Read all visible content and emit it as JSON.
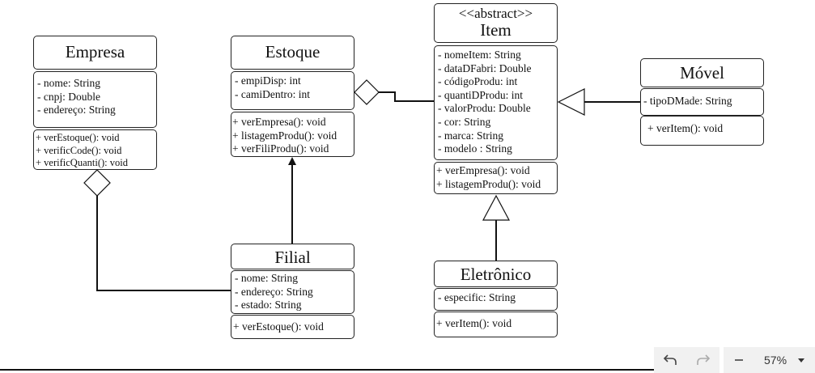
{
  "classes": {
    "empresa": {
      "name": "Empresa",
      "attributes": [
        "- nome: String",
        "- cnpj: Double",
        "- endereço: String"
      ],
      "methods": [
        "+ verEstoque(): void",
        "+ verificCode(): void",
        "+ verificQuanti(): void"
      ]
    },
    "estoque": {
      "name": "Estoque",
      "attributes": [
        "- empiDisp: int",
        "- camiDentro: int"
      ],
      "methods": [
        "+ verEmpresa(): void",
        "+ listagemProdu(): void",
        "+ verFiliProdu(): void"
      ]
    },
    "item": {
      "stereotype": "<<abstract>>",
      "name": "Item",
      "attributes": [
        "- nomeItem: String",
        "- dataDFabri: Double",
        "- códigoProdu: int",
        "- quantiDProdu: int",
        "- valorProdu: Double",
        "- cor: String",
        "- marca: String",
        "- modelo : String"
      ],
      "methods": [
        "+ verEmpresa(): void",
        "+ listagemProdu(): void"
      ]
    },
    "movel": {
      "name": "Móvel",
      "attributes": [
        "- tipoDMade: String"
      ],
      "methods": [
        "+ verItem(): void"
      ]
    },
    "filial": {
      "name": "Filial",
      "attributes": [
        "- nome: String",
        "- endereço: String",
        "- estado: String"
      ],
      "methods": [
        "+ verEstoque(): void"
      ]
    },
    "eletronico": {
      "name": "Eletrônico",
      "attributes": [
        "- especific: String"
      ],
      "methods": [
        "+ verItem(): void"
      ]
    }
  },
  "toolbar": {
    "zoom": "57%",
    "undo_icon": "undo-icon",
    "redo_icon": "redo-icon",
    "zoom_out_icon": "minus-icon",
    "dropdown_icon": "caret-down-icon"
  }
}
